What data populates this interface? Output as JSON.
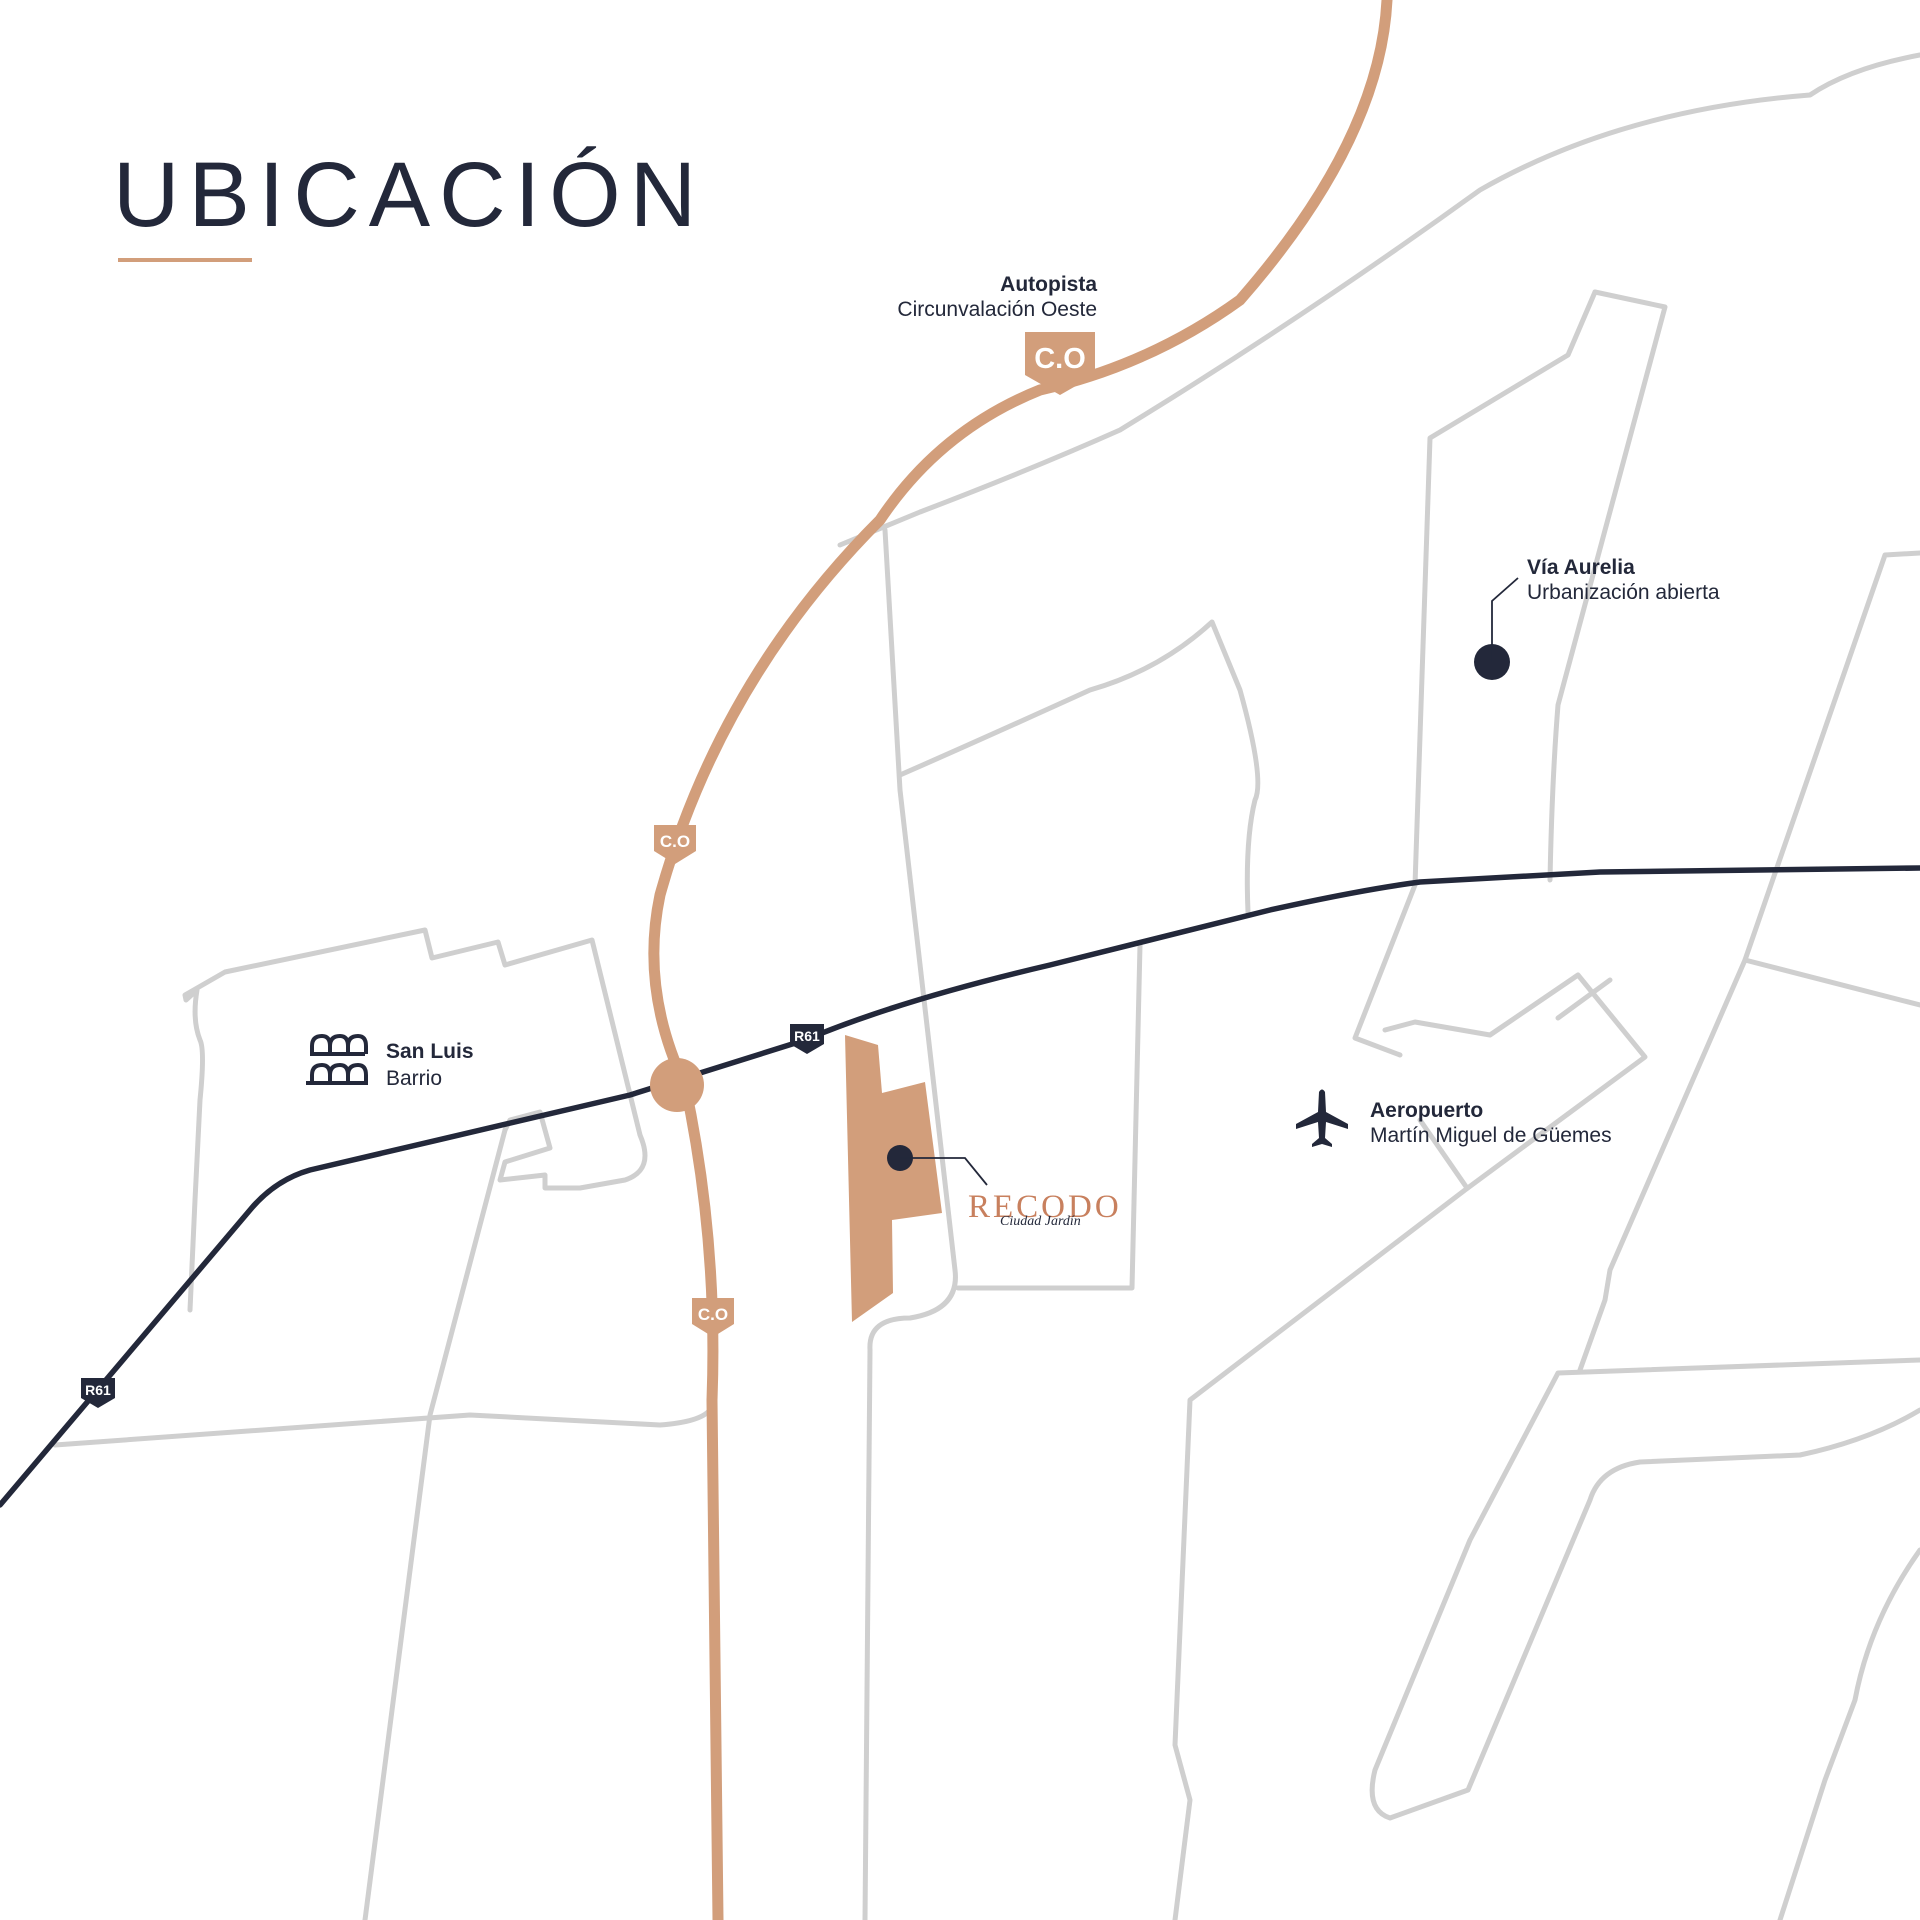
{
  "title": "UBICACIÓN",
  "colors": {
    "accent": "#d29e7b",
    "dark": "#23283a",
    "street": "#cfcfcf",
    "background": "#ffffff"
  },
  "highway": {
    "name": "Autopista",
    "subtitle": "Circunvalación Oeste",
    "shield": "C.O"
  },
  "route": {
    "shield": "R61"
  },
  "places": {
    "san_luis": {
      "name": "San Luis",
      "subtitle": "Barrio",
      "icon": "houses-icon"
    },
    "via_aurelia": {
      "name": "Vía Aurelia",
      "subtitle": "Urbanización abierta",
      "icon": "location-dot-icon"
    },
    "aeropuerto": {
      "name": "Aeropuerto",
      "subtitle": "Martín Miguel de Güemes",
      "icon": "airplane-icon"
    },
    "recodo": {
      "name": "RECODO",
      "tagline": "Ciudad Jardín",
      "icon": "location-dot-icon"
    }
  }
}
